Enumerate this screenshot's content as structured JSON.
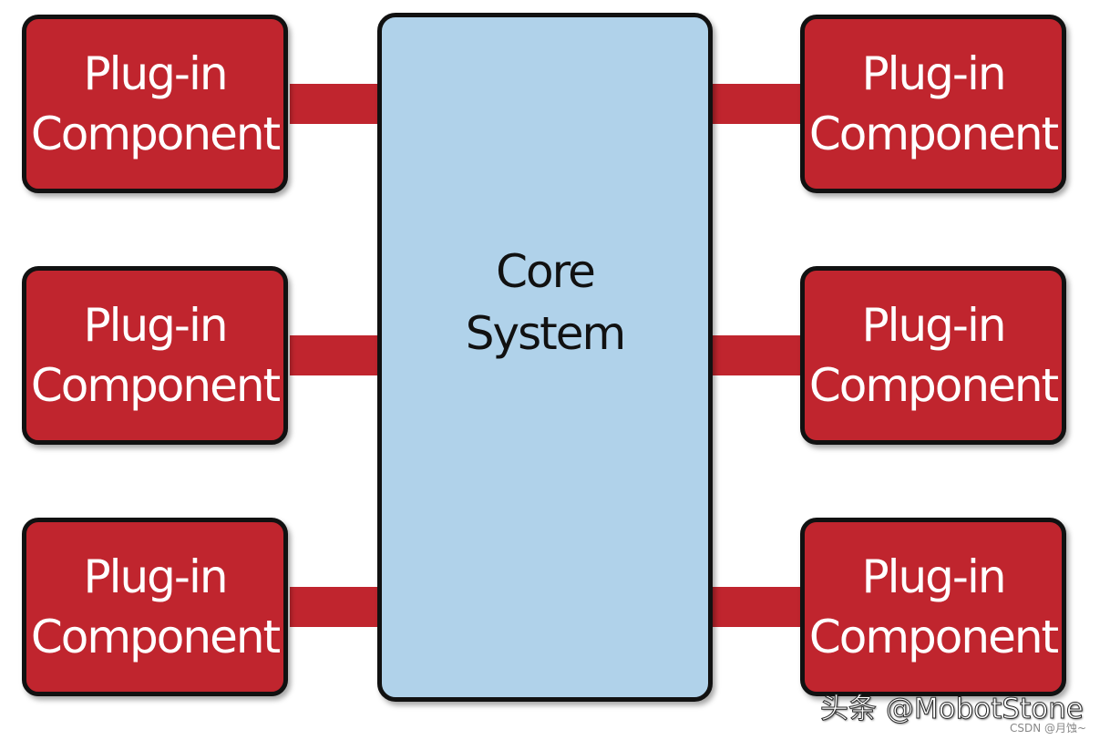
{
  "diagram": {
    "core": {
      "line1": "Core",
      "line2": "System",
      "fill_color": "#b0d2ea"
    },
    "plugins": [
      {
        "line1": "Plug-in",
        "line2": "Component",
        "side": "left",
        "row": 1
      },
      {
        "line1": "Plug-in",
        "line2": "Component",
        "side": "left",
        "row": 2
      },
      {
        "line1": "Plug-in",
        "line2": "Component",
        "side": "left",
        "row": 3
      },
      {
        "line1": "Plug-in",
        "line2": "Component",
        "side": "right",
        "row": 1
      },
      {
        "line1": "Plug-in",
        "line2": "Component",
        "side": "right",
        "row": 2
      },
      {
        "line1": "Plug-in",
        "line2": "Component",
        "side": "right",
        "row": 3
      }
    ],
    "plugin_color": "#c0252e",
    "border_color": "#111111"
  },
  "watermark": {
    "text": "头条 @MobotStone",
    "credit": "CSDN @月蚀~"
  }
}
